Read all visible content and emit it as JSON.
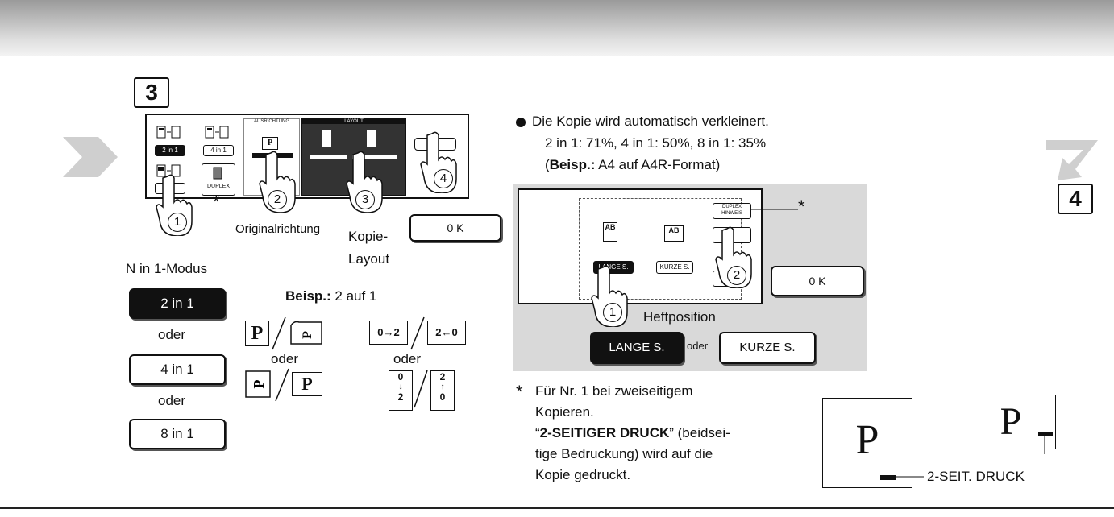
{
  "step_current": "3",
  "step_next": "4",
  "panel": {
    "mode_2in1": "2 in 1",
    "mode_4in1": "4 in 1",
    "mode_1": "1",
    "duplex": "DUPLEX",
    "ausrichtung": "AUSRICHTUNG",
    "layout": "LAYOUT",
    "orient_glyph": "P"
  },
  "labels": {
    "asterisk": "*",
    "originalrichtung": "Originalrichtung",
    "kopie_layout_1": "Kopie-",
    "kopie_layout_2": "Layout",
    "ok": "0 K",
    "n_in_1_modus": "N in 1-Modus",
    "oder": "oder",
    "example_bold": "Beisp.:",
    "example_text": "2 auf 1"
  },
  "circles": {
    "c1": "1",
    "c2": "2",
    "c3": "3",
    "c4": "4"
  },
  "mode_buttons": [
    "2 in 1",
    "4 in 1",
    "8 in 1"
  ],
  "example_glyphs": {
    "p": "P",
    "seq_lr": "0→2",
    "seq_rl": "2←0",
    "d0": "0",
    "d2": "2"
  },
  "bullet": {
    "line1": "Die Kopie wird automatisch verkleinert.",
    "line2": "2 in 1: 71%, 4 in 1: 50%, 8 in 1: 35%",
    "line3_bold": "Beisp.:",
    "line3_open": "(",
    "line3_text": " A4 auf A4R-Format)"
  },
  "panel2": {
    "duplex_hinweis_1": "DUPLEX",
    "duplex_hinweis_2": "HINWEIS",
    "lange_mini": "LANGE S.",
    "kurze_mini": "KURZE S.",
    "k_mini": "K",
    "ok": "0 K",
    "heftposition": "Heftposition",
    "lange": "LANGE S.",
    "oder": "oder",
    "kurze": "KURZE S.",
    "glyph_a": "A",
    "glyph_b": "B"
  },
  "note": {
    "line1": "Für Nr. 1 bei zweiseitigem",
    "line2": "Kopieren.",
    "line3_bold": "2-SEITIGER DRUCK",
    "line3_open": "“",
    "line3_close": "” (beidsei-",
    "line4": "tige Bedruckung) wird auf die",
    "line5": "Kopie gedruckt."
  },
  "duplex_print_label": "2-SEIT. DRUCK",
  "colors": {
    "dark": "#111111",
    "panel_gray": "#d9d9d9",
    "arrow_gray": "#cfcfcf"
  }
}
